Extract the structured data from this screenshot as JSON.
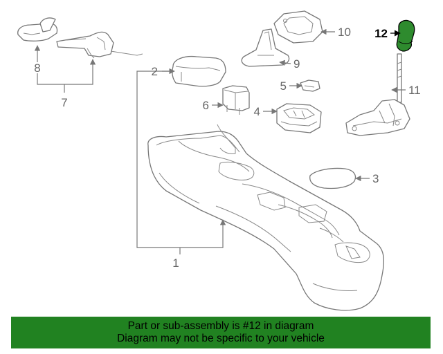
{
  "diagram": {
    "callouts": {
      "c1": "1",
      "c2": "2",
      "c3": "3",
      "c4": "4",
      "c5": "5",
      "c6": "6",
      "c7": "7",
      "c8": "8",
      "c9": "9",
      "c10": "10",
      "c11": "11",
      "c12": "12"
    },
    "highlight_part": "12",
    "highlight_color": "#2e8b2e"
  },
  "banner": {
    "line1": "Part or sub-assembly is #12 in diagram",
    "line2": "Diagram may not be specific to your vehicle",
    "background": "#218221"
  }
}
